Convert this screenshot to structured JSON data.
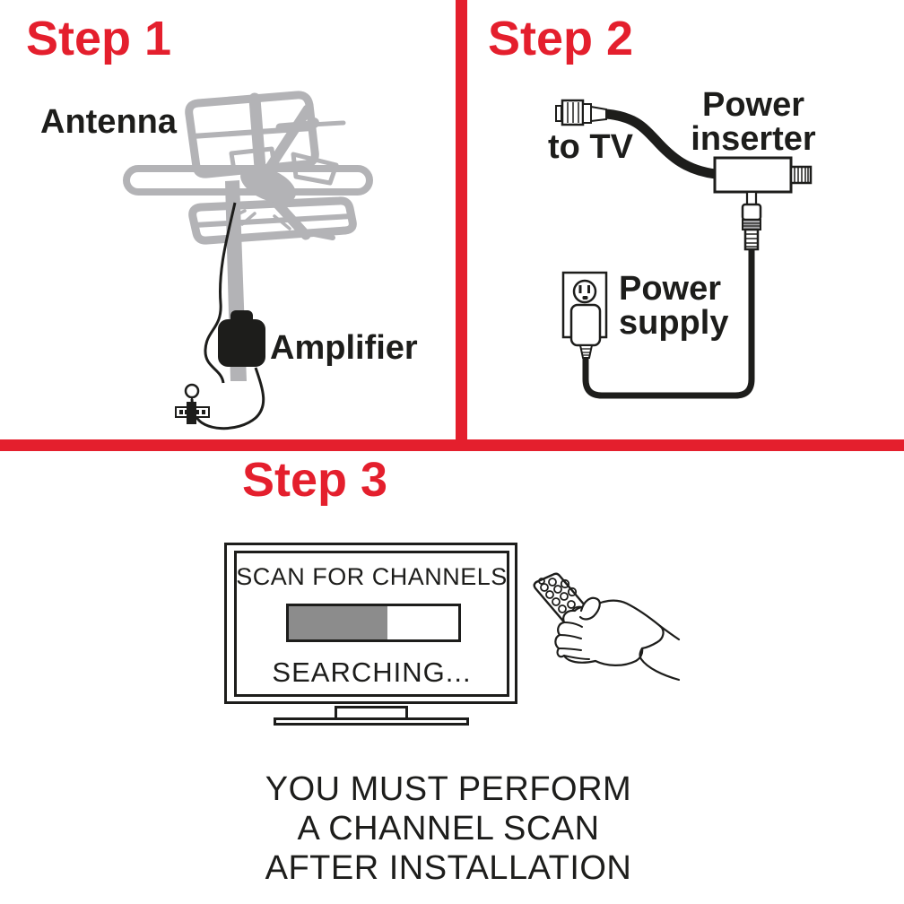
{
  "colors": {
    "red": "#e41f2d",
    "ink": "#1d1d1b",
    "antenna_gray": "#b3b3b6",
    "progress_gray": "#8c8c8c"
  },
  "step1": {
    "title": "Step 1",
    "antenna_label": "Antenna",
    "amplifier_label": "Amplifier"
  },
  "step2": {
    "title": "Step 2",
    "to_tv_label": "to TV",
    "power_inserter": {
      "line1": "Power",
      "line2": "inserter"
    },
    "power_supply": {
      "line1": "Power",
      "line2": "supply"
    }
  },
  "step3": {
    "title": "Step 3",
    "screen_title": "SCAN FOR CHANNELS",
    "searching_text": "SEARCHING...",
    "progress_percent": 58
  },
  "footer": {
    "lines": [
      "YOU MUST PERFORM",
      "A CHANNEL SCAN",
      "AFTER INSTALLATION"
    ]
  }
}
